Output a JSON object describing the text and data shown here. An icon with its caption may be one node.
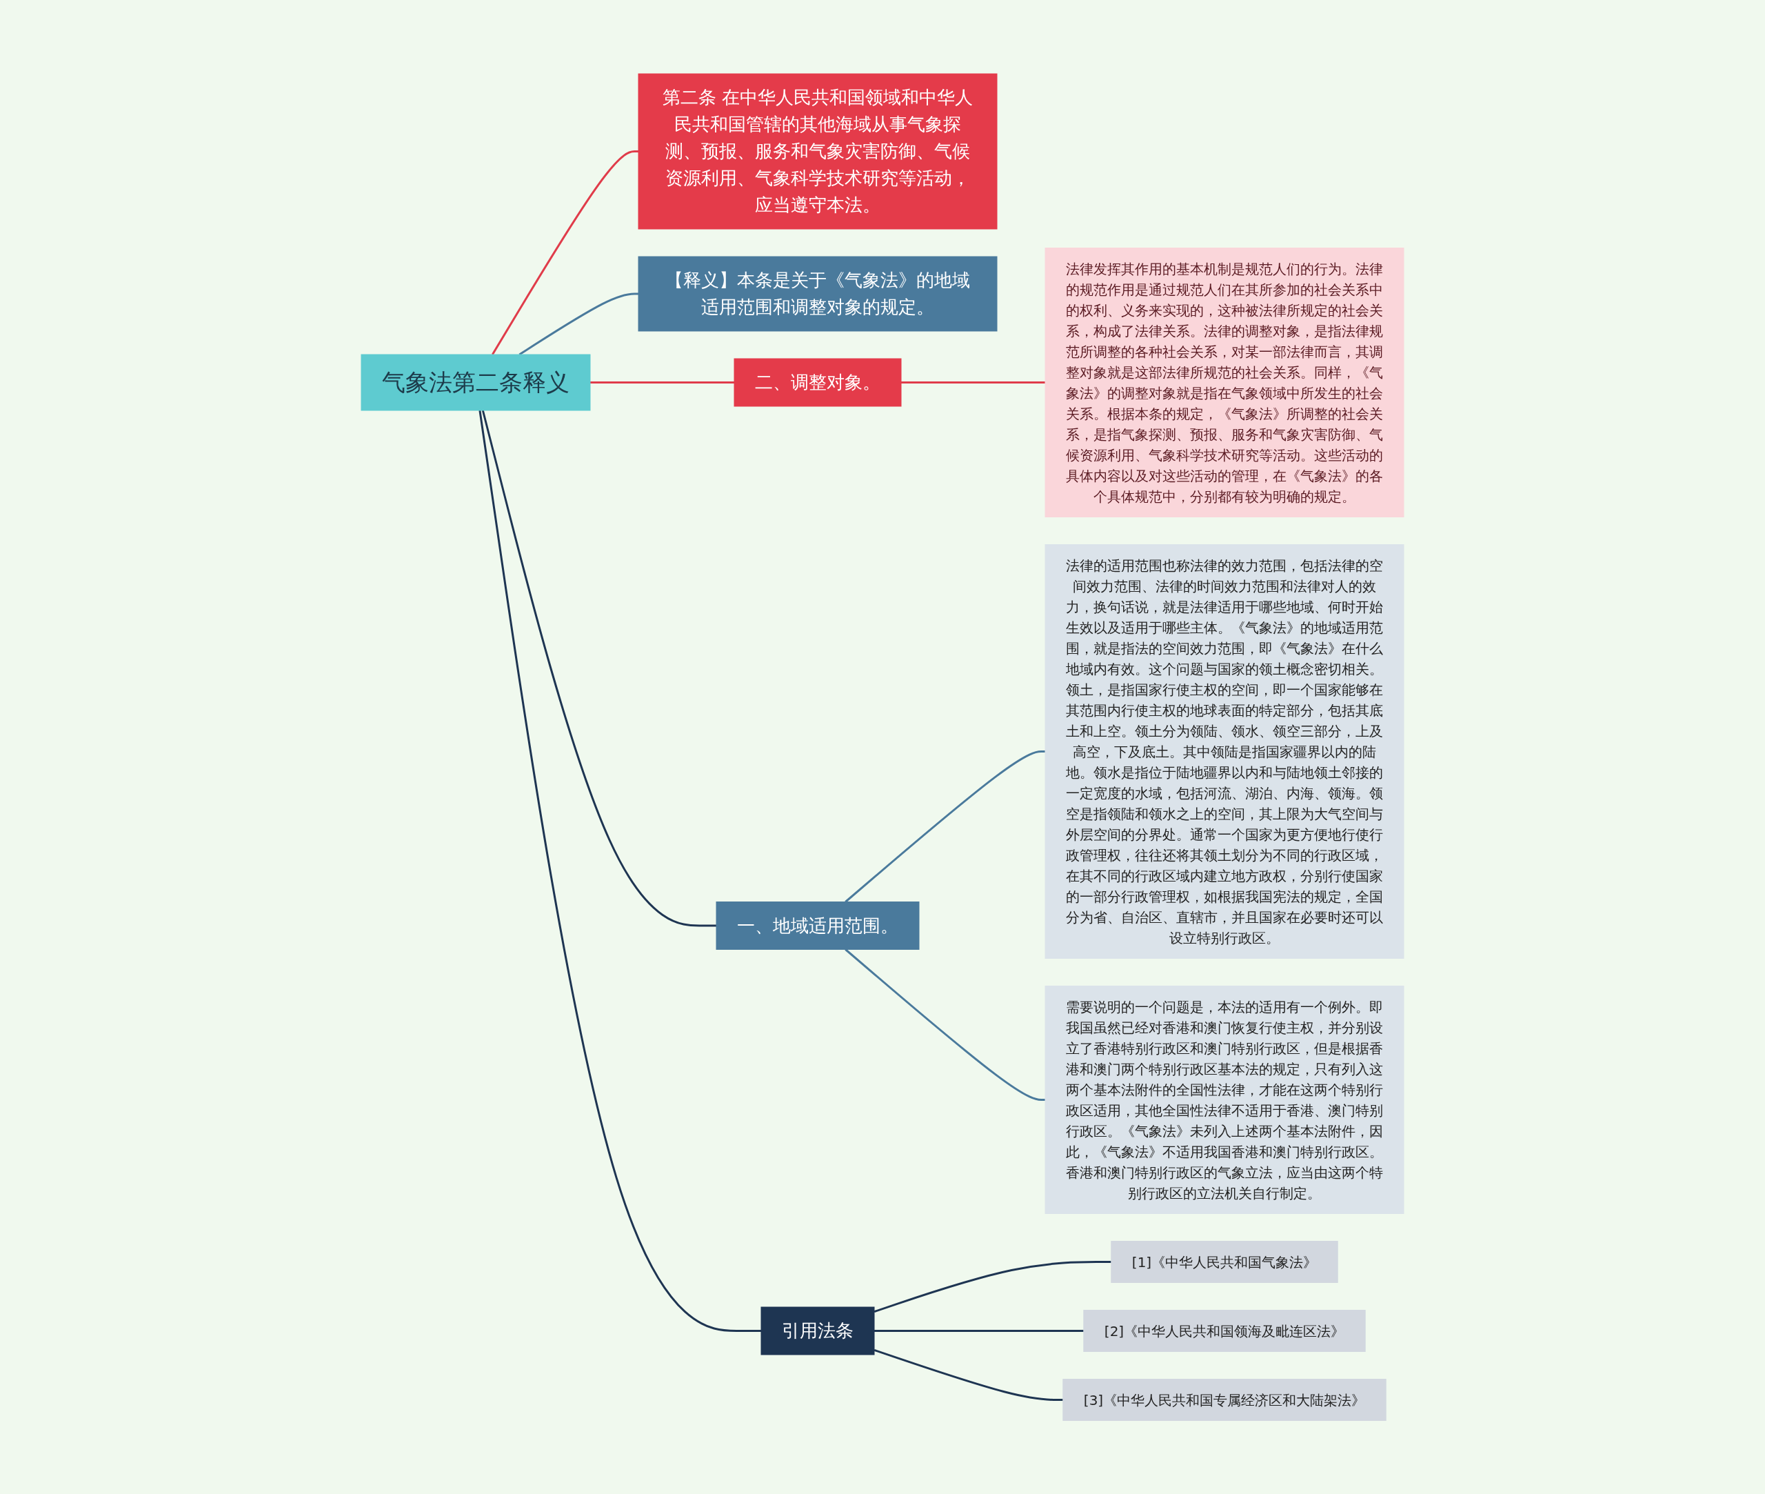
{
  "diagram": {
    "nodes": [
      {
        "text": [
          "气象法第二条释义"
        ]
      },
      {
        "text": [
          "第二条 在中华人民共和国领域和中华人民共和国管辖的其他海域从事气象探测、预报、服务和气象灾害防御、气候资源利用、气象科学技术研究等活动，应当遵守本法。"
        ]
      },
      {
        "text": [
          "【释义】本条是关于《气象法》的地域适用范围和调整对象的规定。"
        ]
      },
      {
        "text": [
          "二、调整对象。"
        ]
      },
      {
        "text": [
          "法律发挥其作用的基本机制是规范人们的行为。法律的规范作用是通过规范人们在其所参加的社会关系中的权利、义务来实现的，这种被法律所规定的社会关系，构成了法律关系。法律的调整对象，是指法律规范所调整的各种社会关系，对某一部法律而言，其调整对象就是这部法律所规范的社会关系。同样，《气象法》的调整对象就是指在气象领域中所发生的社会关系。根据本条的规定，《气象法》所调整的社会关系，是指气象探测、预报、服务和气象灾害防御、气候资源利用、气象科学技术研究等活动。这些活动的具体内容以及对这些活动的管理，在《气象法》的各个具体规范中，分别都有较为明确的规定。"
        ]
      },
      {
        "text": [
          "一、地域适用范围。"
        ]
      },
      {
        "text": [
          "法律的适用范围也称法律的效力范围，包括法律的空间效力范围、法律的时间效力范围和法律对人的效力，换句话说，就是法律适用于哪些地域、何时开始生效以及适用于哪些主体。《气象法》的地域适用范围，就是指法的空间效力范围，即《气象法》在什么地域内有效。这个问题与国家的领土概念密切相关。领土，是指国家行使主权的空间，即一个国家能够在其范围内行使主权的地球表面的特定部分，包括其底土和上空。领土分为领陆、领水、领空三部分，上及高空，下及底土。其中领陆是指国家疆界以内的陆地。领水是指位于陆地疆界以内和与陆地领土邻接的一定宽度的水域，包括河流、湖泊、内海、领海。领空是指领陆和领水之上的空间，其上限为大气空间与外层空间的分界处。通常一个国家为更方便地行使行政管理权，往往还将其领土划分为不同的行政区域，在其不同的行政区域内建立地方政权，分别行使国家的一部分行政管理权，如根据我国宪法的规定，全国分为省、自治区、直辖市，并且国家在必要时还可以设立特别行政区。"
        ]
      },
      {
        "text": [
          "需要说明的一个问题是，本法的适用有一个例外。即我国虽然已经对香港和澳门恢复行使主权，并分别设立了香港特别行政区和澳门特别行政区，但是根据香港和澳门两个特别行政区基本法的规定，只有列入这两个基本法附件的全国性法律，才能在这两个特别行政区适用，其他全国性法律不适用于香港、澳门特别行政区。《气象法》未列入上述两个基本法附件，因此，《气象法》不适用我国香港和澳门特别行政区。香港和澳门特别行政区的气象立法，应当由这两个特别行政区的立法机关自行制定。"
        ]
      },
      {
        "text": [
          "引用法条"
        ]
      },
      {
        "text": [
          "[1]《中华人民共和国气象法》"
        ]
      },
      {
        "text": [
          "[2]《中华人民共和国领海及毗连区法》"
        ]
      },
      {
        "text": [
          "[3]《中华人民共和国专属经济区和大陆架法》"
        ]
      }
    ],
    "edges": [
      {
        "from": 0,
        "to": 1,
        "arrow": "none",
        "color": "#e03c4a"
      },
      {
        "from": 0,
        "to": 2,
        "arrow": "none",
        "color": "#4a7a9c"
      },
      {
        "from": 0,
        "to": 3,
        "arrow": "none",
        "color": "#e03c4a"
      },
      {
        "from": 3,
        "to": 4,
        "arrow": "none",
        "color": "#e03c4a"
      },
      {
        "from": 0,
        "to": 5,
        "arrow": "none"
      },
      {
        "from": 5,
        "to": 6,
        "arrow": "none",
        "color": "#4a7a9c"
      },
      {
        "from": 5,
        "to": 7,
        "arrow": "none",
        "color": "#4a7a9c"
      },
      {
        "from": 0,
        "to": 8,
        "arrow": "none"
      },
      {
        "from": 8,
        "to": 9,
        "arrow": "none"
      },
      {
        "from": 8,
        "to": 10,
        "arrow": "none"
      },
      {
        "from": 8,
        "to": 11,
        "arrow": "none"
      }
    ]
  }
}
